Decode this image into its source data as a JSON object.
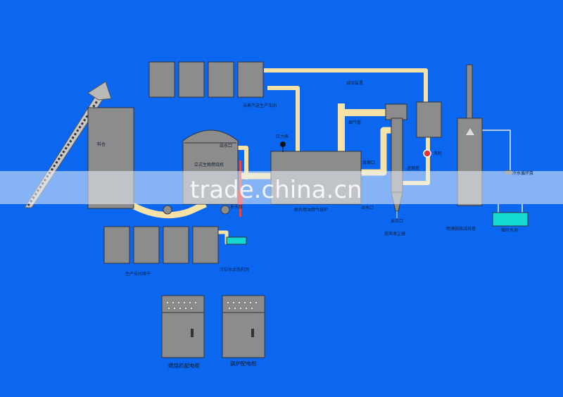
{
  "labels": {
    "hopper": "料仓",
    "burner": "立式生物燃烧机",
    "outlet_top": "出水口",
    "water_inlet": "补水泵",
    "pressure_gauge": "压力表",
    "exhaust_tube": "烟气管",
    "decompress": "减压装置",
    "production_workshop_top": "去蒸汽送生产车间",
    "boiler": "原有燃油燃气锅炉",
    "outlet_boiler": "出水口",
    "smoke_outlet": "废烟口",
    "exit_pipe": "进烟管",
    "fan": "风机",
    "dust_outlet": "出灰口",
    "dust_collector": "旋风收尘器",
    "desulfur_tower": "喷淋脱硫减排塔",
    "cooling_pond_top": "冷水循环泵",
    "cooling_pond": "循环水池",
    "workshop_bottom": "生产车间烘干",
    "waste_water": "冷却水余热利用",
    "burner_cabinet": "燃烧机配电柜",
    "boiler_cabinet": "锅炉配电柜"
  },
  "watermark": "trade.china.cn",
  "colors": {
    "background": "#0b67f0",
    "equipment": "#8c8c8c",
    "pipe": "#f7e2a6",
    "water_tank": "#14d9d0"
  }
}
